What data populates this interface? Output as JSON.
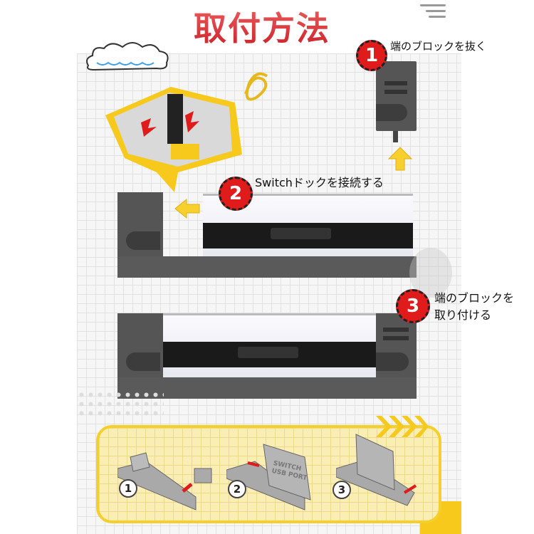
{
  "title": "取付方法",
  "steps": [
    {
      "number": "1",
      "label": "端のブロックを抜く"
    },
    {
      "number": "2",
      "label": "Switchドックを接続する"
    },
    {
      "number": "3",
      "label_line1": "端のブロックを",
      "label_line2": "取り付ける"
    }
  ],
  "mini_steps": [
    {
      "number": "1"
    },
    {
      "number": "2",
      "port_text_line1": "SWITCH",
      "port_text_line2": "USB PORT"
    },
    {
      "number": "3"
    }
  ],
  "colors": {
    "accent_red": "#e01b1b",
    "accent_yellow": "#f5cf2b",
    "block_gray": "#555555"
  }
}
